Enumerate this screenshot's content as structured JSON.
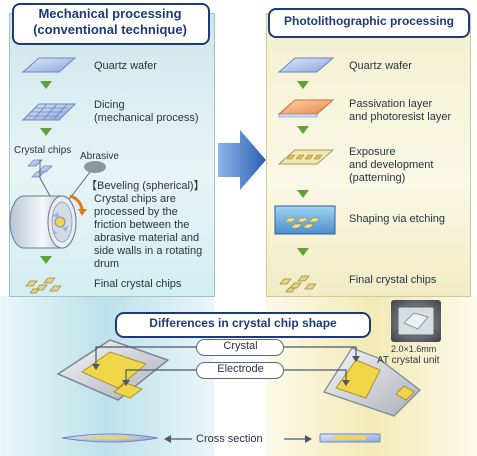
{
  "left_panel": {
    "title_line1": "Mechanical processing",
    "title_line2": "(conventional technique)",
    "steps": {
      "wafer": "Quartz wafer",
      "dicing_line1": "Dicing",
      "dicing_line2": "(mechanical process)",
      "crystal_chips": "Crystal chips",
      "abrasive": "Abrasive",
      "beveling_title": "【Beveling (spherical)】",
      "beveling_desc": [
        "Crystal chips are",
        "processed by the",
        "friction between the",
        "abrasive material and",
        "side walls in a rotating",
        "drum"
      ],
      "final": "Final crystal chips"
    }
  },
  "right_panel": {
    "title": "Photolithographic processing",
    "steps": {
      "wafer": "Quartz wafer",
      "passivation_line1": "Passivation layer",
      "passivation_line2": "and photoresist layer",
      "exposure_line1": "Exposure",
      "exposure_line2": "and development",
      "exposure_line3": "(patterning)",
      "etching": "Shaping via etching",
      "final": "Final crystal chips"
    }
  },
  "bottom": {
    "title": "Differences in crystal chip shape",
    "crystal_label": "Crystal",
    "electrode_label": "Electrode",
    "cross_section": "Cross section",
    "unit_size": "2.0×1.6mm",
    "unit_name": "AT crystal unit"
  },
  "colors": {
    "title_blue": "#1e3a78",
    "arrow_green": "#5ea23a",
    "big_arrow_blue": "#2f63b4",
    "electrode_yellow": "#f2d64a"
  }
}
